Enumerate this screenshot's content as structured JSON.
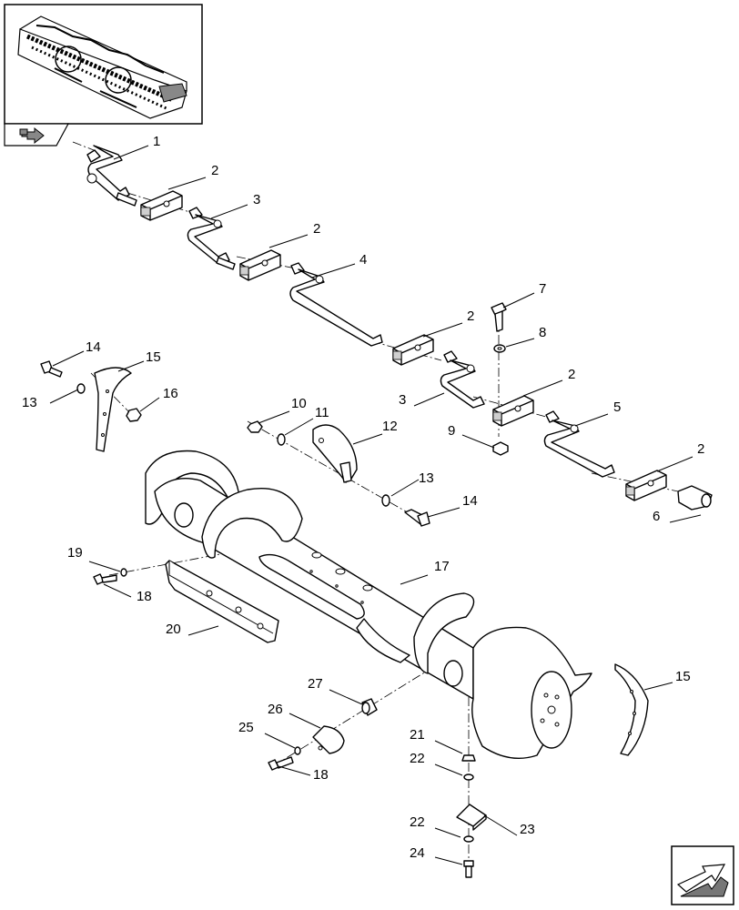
{
  "callouts": [
    {
      "id": "c1",
      "label": "1"
    },
    {
      "id": "c2a",
      "label": "2"
    },
    {
      "id": "c3a",
      "label": "3"
    },
    {
      "id": "c2b",
      "label": "2"
    },
    {
      "id": "c4",
      "label": "4"
    },
    {
      "id": "c7",
      "label": "7"
    },
    {
      "id": "c2c",
      "label": "2"
    },
    {
      "id": "c8",
      "label": "8"
    },
    {
      "id": "c14a",
      "label": "14"
    },
    {
      "id": "c15a",
      "label": "15"
    },
    {
      "id": "c13a",
      "label": "13"
    },
    {
      "id": "c16",
      "label": "16"
    },
    {
      "id": "c2d",
      "label": "2"
    },
    {
      "id": "c3b",
      "label": "3"
    },
    {
      "id": "c5",
      "label": "5"
    },
    {
      "id": "c10",
      "label": "10"
    },
    {
      "id": "c11",
      "label": "11"
    },
    {
      "id": "c12",
      "label": "12"
    },
    {
      "id": "c9",
      "label": "9"
    },
    {
      "id": "c2e",
      "label": "2"
    },
    {
      "id": "c13b",
      "label": "13"
    },
    {
      "id": "c14b",
      "label": "14"
    },
    {
      "id": "c6",
      "label": "6"
    },
    {
      "id": "c19",
      "label": "19"
    },
    {
      "id": "c17",
      "label": "17"
    },
    {
      "id": "c18a",
      "label": "18"
    },
    {
      "id": "c20",
      "label": "20"
    },
    {
      "id": "c15b",
      "label": "15"
    },
    {
      "id": "c27",
      "label": "27"
    },
    {
      "id": "c26",
      "label": "26"
    },
    {
      "id": "c25",
      "label": "25"
    },
    {
      "id": "c21",
      "label": "21"
    },
    {
      "id": "c22a",
      "label": "22"
    },
    {
      "id": "c18b",
      "label": "18"
    },
    {
      "id": "c22b",
      "label": "22"
    },
    {
      "id": "c23",
      "label": "23"
    },
    {
      "id": "c24",
      "label": "24"
    }
  ],
  "icons": {
    "overview": "combine-header-overview-icon",
    "back": "return-arrow-icon",
    "next": "next-page-arrow-icon"
  }
}
